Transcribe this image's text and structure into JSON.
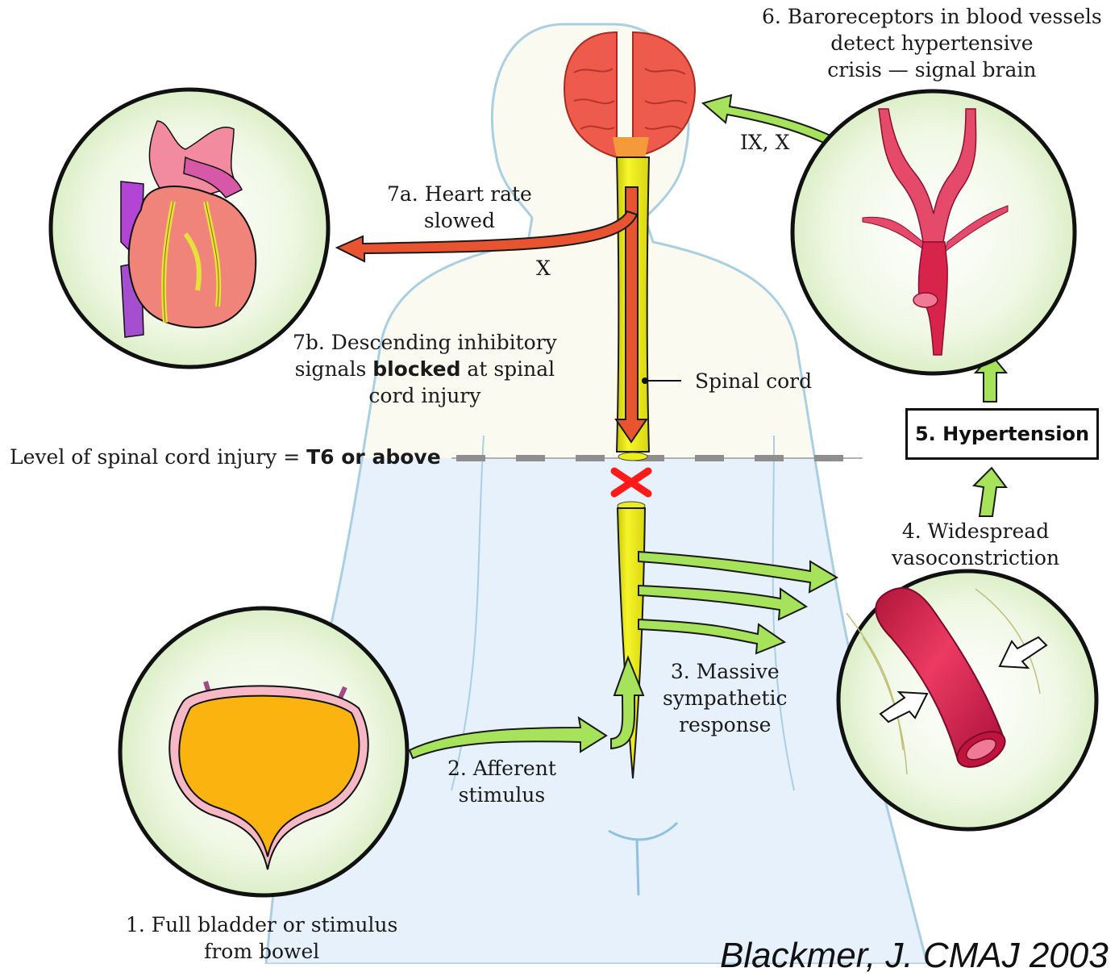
{
  "labels": {
    "step1_line1": "1. Full bladder or stimulus",
    "step1_line2": "from bowel",
    "step2_line1": "2. Afferent",
    "step2_line2": "stimulus",
    "step3_line1": "3. Massive",
    "step3_line2": "sympathetic",
    "step3_line3": "response",
    "step4_line1": "4. Widespread",
    "step4_line2": "vasoconstriction",
    "step5": "5. Hypertension",
    "step6_line1": "6. Baroreceptors in blood vessels",
    "step6_line2": "detect hypertensive",
    "step6_line3": "crisis — signal brain",
    "nerve_ix_x": "IX, X",
    "step7a_line1": "7a. Heart rate",
    "step7a_line2": "slowed",
    "nerve_x": "X",
    "step7b_line1": "7b. Descending inhibitory",
    "step7b_line2_pre": "signals ",
    "step7b_line2_bold": "blocked",
    "step7b_line2_post": " at spinal",
    "step7b_line3": "cord injury",
    "spinal_cord": "Spinal cord",
    "injury_level_pre": "Level of spinal cord injury = ",
    "injury_level_bold": "T6 or above",
    "citation": "Blackmer, J. CMAJ 2003"
  },
  "colors": {
    "excitatory_arrow": "#a6e35a",
    "inhibitory_arrow": "#e8542f",
    "spinal_cord": "#f2f21c",
    "brain": "#ee5a4c",
    "bladder": "#fbb40f",
    "vessel": "#d8244a",
    "upper_body_bg": "#fbfaf1",
    "lower_body_bg": "#e6f1fb",
    "injury_mark": "#ff1a1a"
  }
}
